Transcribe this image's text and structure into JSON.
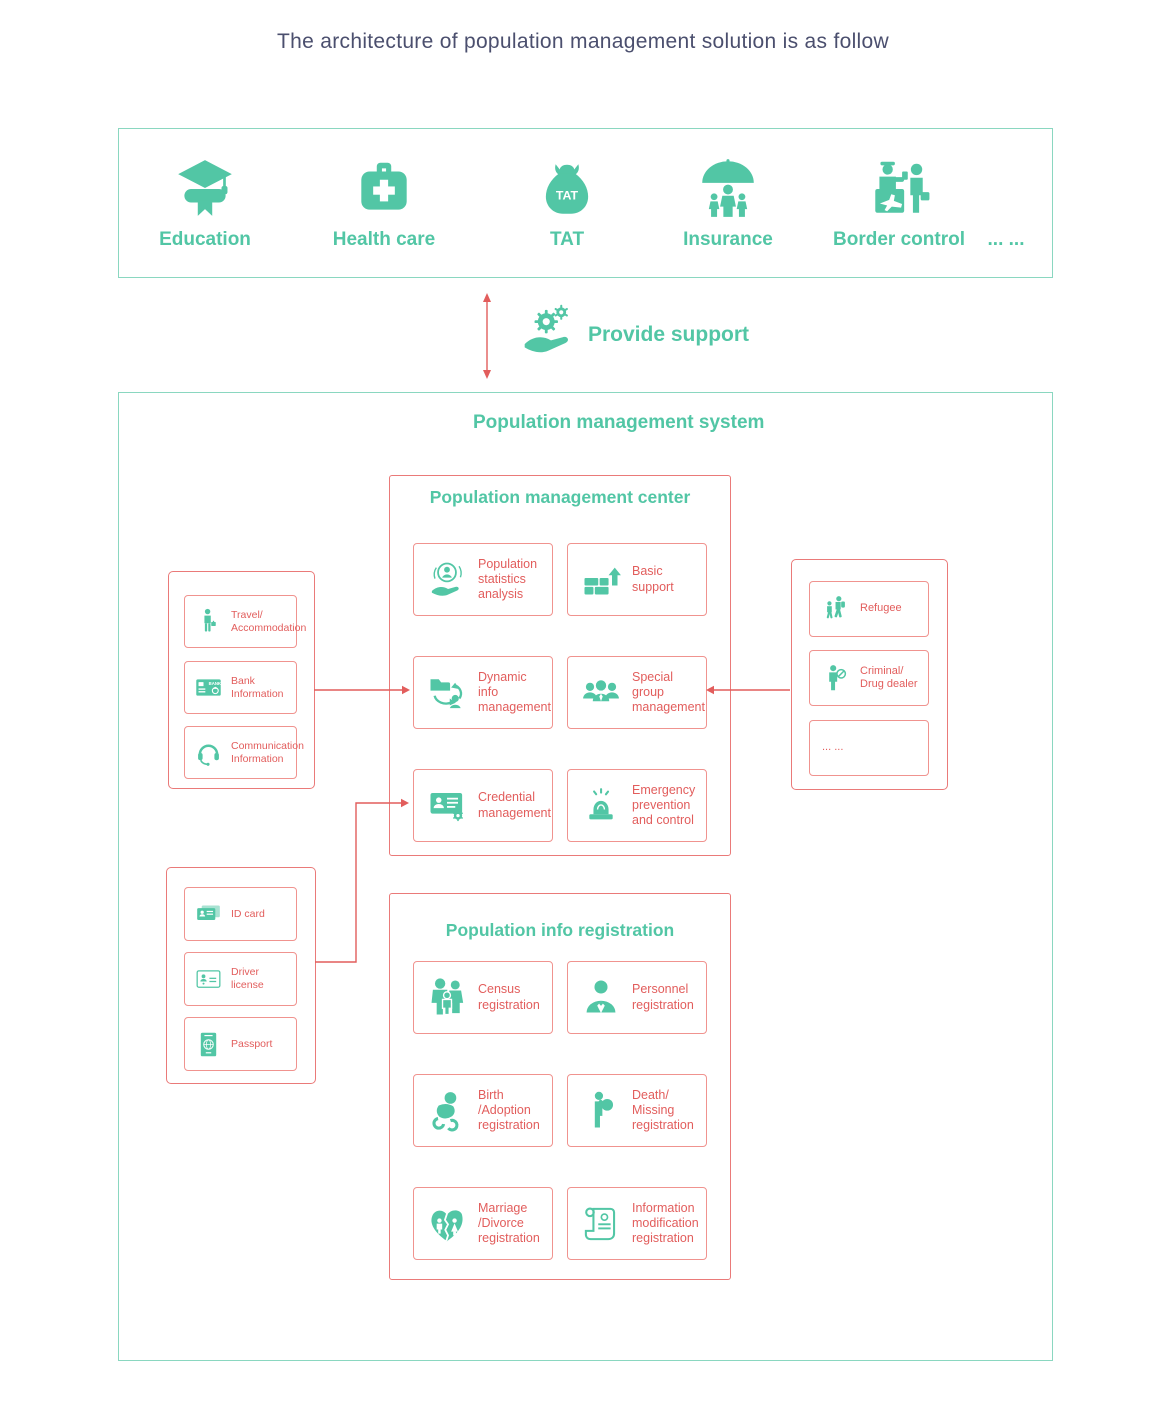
{
  "colors": {
    "teal": "#52c6a5",
    "teal_border": "#8ad7c0",
    "red": "#e25d5c",
    "red_box": "#ea7a79",
    "red_item": "#f0938f",
    "navy": "#4b4f6e"
  },
  "title": "The architecture of population management solution is as follow",
  "sectors": {
    "items": [
      {
        "label": "Education",
        "icon": "education-icon"
      },
      {
        "label": "Health care",
        "icon": "health-care-icon"
      },
      {
        "label": "TAT",
        "icon": "tat-icon",
        "icon_text": "TAT"
      },
      {
        "label": "Insurance",
        "icon": "insurance-icon"
      },
      {
        "label": "Border control",
        "icon": "border-control-icon"
      },
      {
        "label": "... ...",
        "icon": null
      }
    ]
  },
  "support": {
    "label": "Provide support",
    "icon": "gear-hand-icon"
  },
  "system": {
    "title": "Population management system",
    "center": {
      "title": "Population management center",
      "items": [
        {
          "label": "Population\nstatistics\nanalysis",
          "icon": "population-statistics-icon"
        },
        {
          "label": "Basic\nsupport",
          "icon": "basic-support-icon"
        },
        {
          "label": "Dynamic\ninfo\nmanagement",
          "icon": "dynamic-info-icon"
        },
        {
          "label": "Special group\nmanagement",
          "icon": "special-group-icon"
        },
        {
          "label": "Credential\nmanagement",
          "icon": "credential-icon"
        },
        {
          "label": "Emergency\nprevention\nand control",
          "icon": "emergency-icon"
        }
      ]
    },
    "info_sources": {
      "items": [
        {
          "label": "Travel/\nAccommodation",
          "icon": "travel-icon"
        },
        {
          "label": "Bank\nInformation",
          "icon": "bank-icon",
          "icon_text": "BANK"
        },
        {
          "label": "Communication\nInformation",
          "icon": "communication-icon"
        }
      ]
    },
    "special_groups": {
      "items": [
        {
          "label": "Refugee",
          "icon": "refugee-icon"
        },
        {
          "label": "Criminal/\nDrug dealer",
          "icon": "criminal-icon"
        },
        {
          "label": "... ...",
          "icon": null
        }
      ]
    },
    "credentials": {
      "items": [
        {
          "label": "ID card",
          "icon": "id-card-icon"
        },
        {
          "label": "Driver\nlicense",
          "icon": "driver-license-icon"
        },
        {
          "label": "Passport",
          "icon": "passport-icon"
        }
      ]
    },
    "registration": {
      "title": "Population info registration",
      "items": [
        {
          "label": "Census\nregistration",
          "icon": "census-icon"
        },
        {
          "label": "Personnel\nregistration",
          "icon": "personnel-icon"
        },
        {
          "label": "Birth\n/Adoption\nregistration",
          "icon": "birth-icon"
        },
        {
          "label": "Death/\nMissing\nregistration",
          "icon": "death-missing-icon"
        },
        {
          "label": "Marriage\n/Divorce\nregistration",
          "icon": "marriage-divorce-icon"
        },
        {
          "label": "Information\nmodification\nregistration",
          "icon": "info-modification-icon"
        }
      ]
    }
  }
}
